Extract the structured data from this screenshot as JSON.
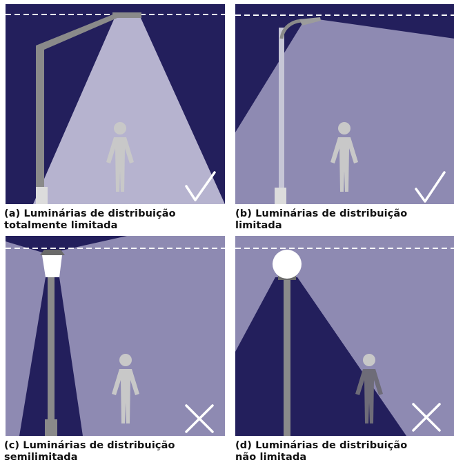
{
  "colors": {
    "night_sky": "#231f5c",
    "lit_area": "#8e8ab2",
    "bright_light": "#b6b3cf",
    "pole": "#8a8a8a",
    "person": "#c8c8c8",
    "cutoff_line": "#ffffff"
  },
  "panels": [
    {
      "id": "a",
      "line1": "(a) Luminárias de distribuição",
      "line2": "totalmente limitada",
      "verdict_icon": "check-icon"
    },
    {
      "id": "b",
      "line1": "(b) Luminárias de distribuição",
      "line2": "limitada",
      "verdict_icon": "check-icon"
    },
    {
      "id": "c",
      "line1": "(c) Luminárias de distribuição",
      "line2": "semilimitada",
      "verdict_icon": "cross-icon"
    },
    {
      "id": "d",
      "line1": "(d) Luminárias de distribuição",
      "line2": "não limitada",
      "verdict_icon": "cross-icon"
    }
  ]
}
